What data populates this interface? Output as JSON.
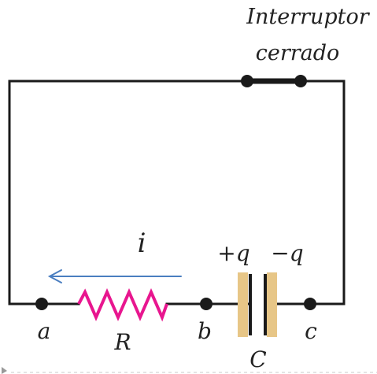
{
  "switch_label": {
    "line1": "Interruptor",
    "line2": "cerrado"
  },
  "current_label": "i",
  "charge_plus": "+q",
  "charge_minus": "−q",
  "nodes": {
    "a": "a",
    "b": "b",
    "c": "c"
  },
  "resistor_label": "R",
  "capacitor_label": "C",
  "colors": {
    "wire": "#1a1a1a",
    "resistor": "#e8168f",
    "capacitor_plates": "#e7c687",
    "current_arrow": "#4a7ec0",
    "label": "#222222"
  }
}
